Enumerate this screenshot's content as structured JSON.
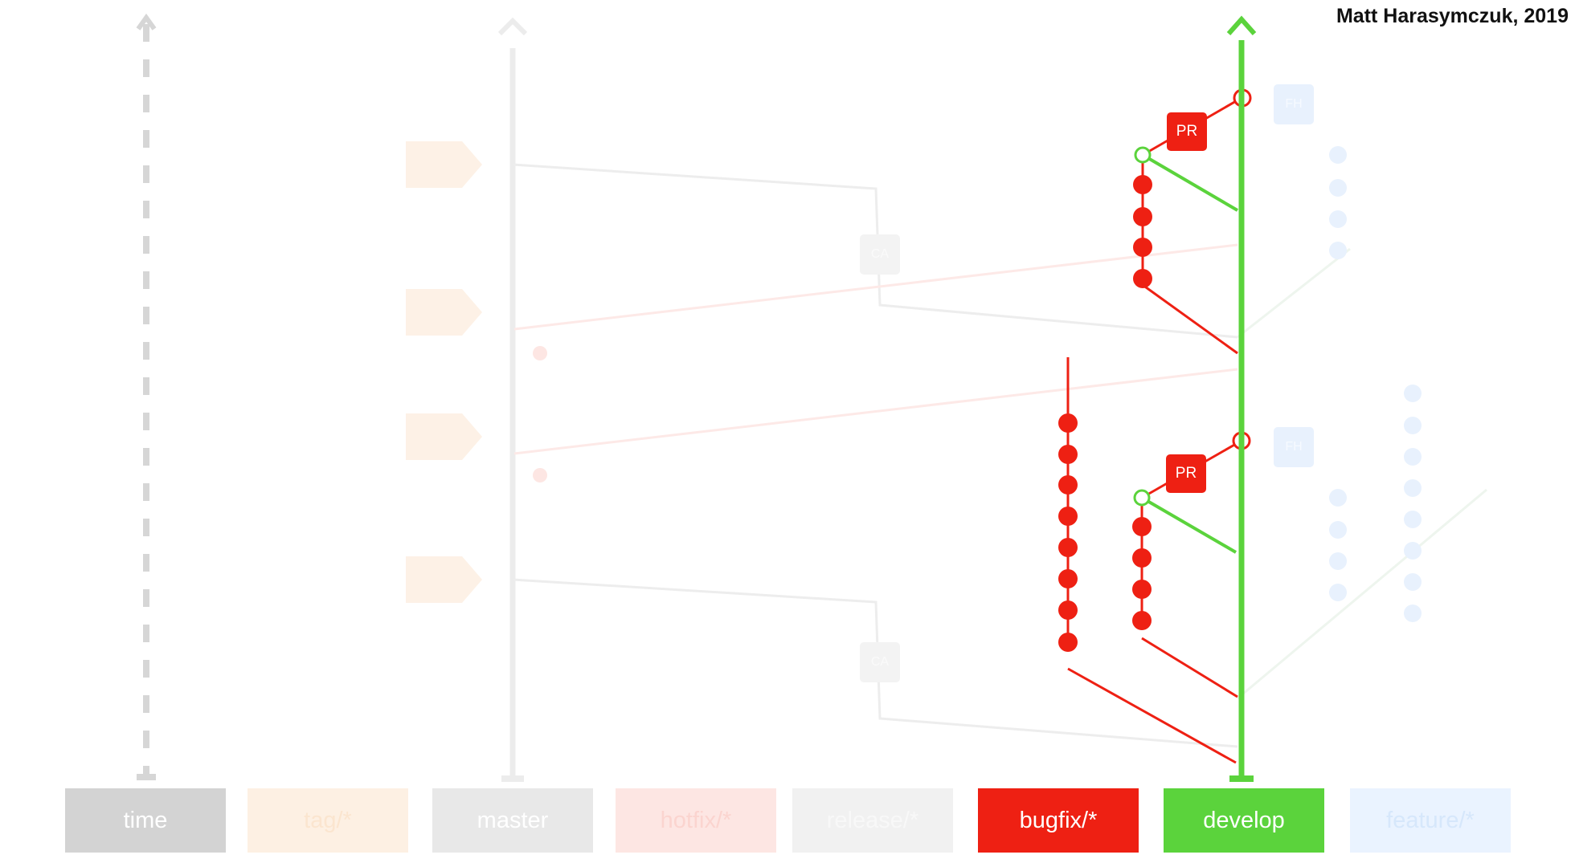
{
  "credit": "Matt Harasymczuk, 2019",
  "branch_labels": {
    "time": "time",
    "tag": "tag/*",
    "master": "master",
    "hotfix": "hotfix/*",
    "release": "release/*",
    "bugfix": "bugfix/*",
    "develop": "develop",
    "feature": "feature/*"
  },
  "badges": {
    "pr_top": "PR",
    "pr_bottom": "PR",
    "ca_top": "CA",
    "ca_bottom": "CA",
    "fh_top": "FH",
    "fh_bottom": "FH"
  },
  "colors": {
    "bugfix": "#ee2013",
    "develop": "#5bd33c",
    "time": "#d3d3d3",
    "master": "#e8e8e8",
    "faded_orange": "#fdf0e3",
    "faded_blue": "#eaf3ff"
  }
}
